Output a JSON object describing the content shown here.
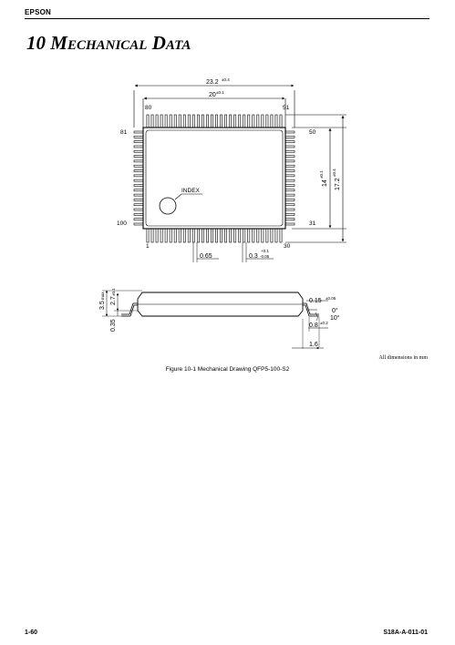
{
  "header": {
    "brand": "EPSON"
  },
  "title": {
    "number": "10",
    "word1_initial": "M",
    "word1_rest": "ECHANICAL",
    "word2_initial": "D",
    "word2_rest": "ATA"
  },
  "top_view": {
    "overall_width": "23.2",
    "overall_width_tol": "±0.4",
    "body_width": "20",
    "body_width_tol": "±0.1",
    "pin_80": "80",
    "pin_51": "51",
    "pin_81": "81",
    "pin_50": "50",
    "pin_100": "100",
    "pin_31": "31",
    "pin_1": "1",
    "pin_30": "30",
    "index_label": "INDEX",
    "body_height": "14",
    "body_height_tol": "±0.1",
    "overall_height": "17.2",
    "overall_height_tol": "±0.4",
    "pitch": "0.65",
    "lead_width": "0.3",
    "lead_width_tol_plus": "+0.1",
    "lead_width_tol_minus": "-0.05"
  },
  "side_view": {
    "max_height": "3.5",
    "max_height_suffix": "max",
    "body_thickness": "2.7",
    "body_thickness_tol": "±0.1",
    "standoff": "0.35",
    "lead_thickness": "0.15",
    "lead_thickness_tol": "±0.05",
    "angle_min": "0°",
    "angle_max": "10°",
    "foot_length": "0.8",
    "foot_length_tol": "±0.2",
    "lead_length": "1.6"
  },
  "note": "All dimensions in mm",
  "caption": "Figure 10-1  Mechanical Drawing QFP5-100-S2",
  "footer": {
    "page": "1-60",
    "doc_id": "S18A-A-011-01"
  }
}
